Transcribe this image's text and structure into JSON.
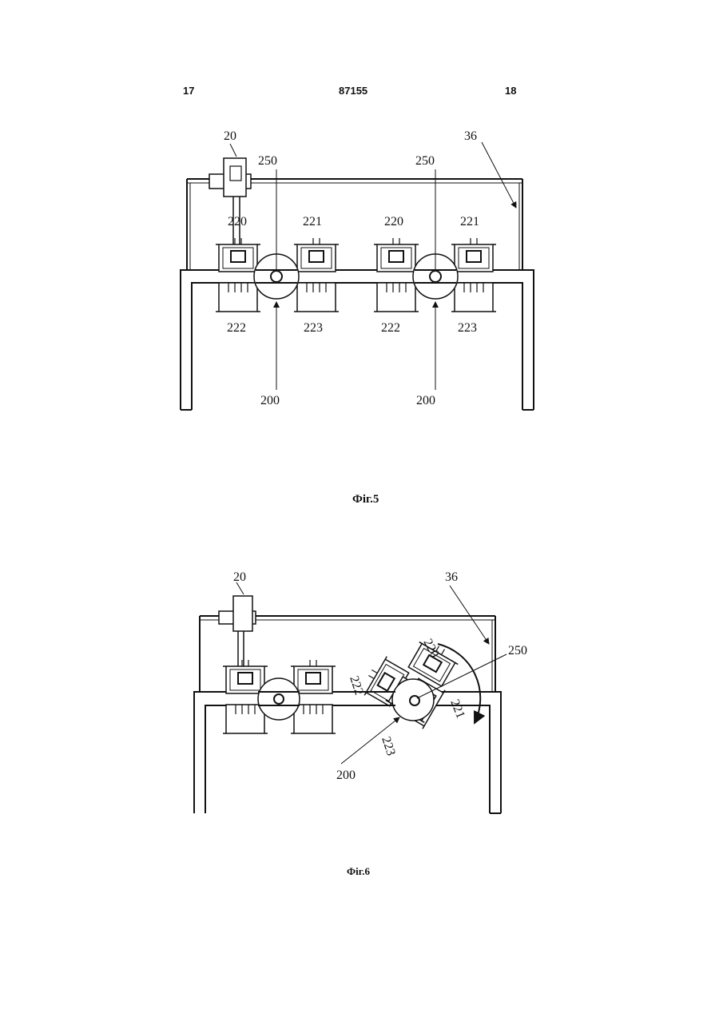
{
  "header": {
    "page_left": "17",
    "patent_number": "87155",
    "page_right": "18"
  },
  "figures": [
    {
      "caption": "Фіг.5",
      "labels": {
        "l20": "20",
        "l36": "36",
        "l250a": "250",
        "l250b": "250",
        "l220a": "220",
        "l221a": "221",
        "l220b": "220",
        "l221b": "221",
        "l222a": "222",
        "l223a": "223",
        "l222b": "222",
        "l223b": "223",
        "l200a": "200",
        "l200b": "200"
      }
    },
    {
      "caption": "Фіг.6",
      "labels": {
        "l20": "20",
        "l36": "36",
        "l250": "250",
        "l220": "220",
        "l222": "222",
        "l221": "221",
        "l223": "223",
        "l200": "200"
      }
    }
  ]
}
